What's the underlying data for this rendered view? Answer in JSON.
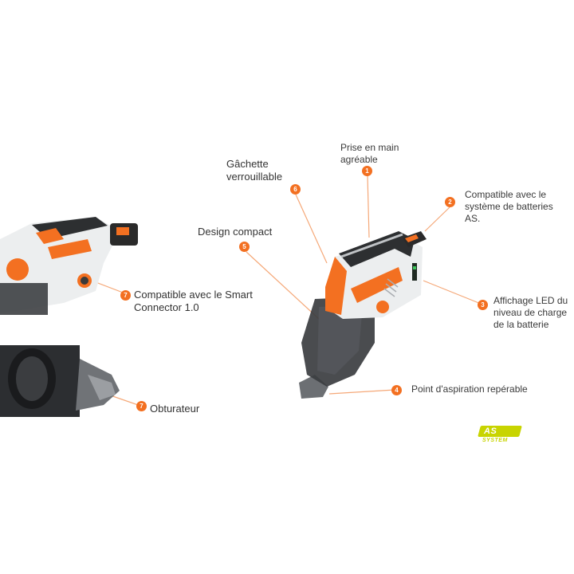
{
  "callouts": [
    {
      "number": "1",
      "text_lines": [
        "Prise en main",
        "agréable"
      ]
    },
    {
      "number": "2",
      "text_lines": [
        "Compatible avec le",
        "système de batteries",
        "AS."
      ]
    },
    {
      "number": "3",
      "text_lines": [
        "Affichage LED du",
        "niveau de charge",
        "de la batterie"
      ]
    },
    {
      "number": "4",
      "text_lines": [
        "Point d'aspiration repérable"
      ]
    },
    {
      "number": "5",
      "text_lines": [
        "Design compact"
      ]
    },
    {
      "number": "6",
      "text_lines": [
        "Gâchette",
        "verrouillable"
      ]
    },
    {
      "number": "7",
      "text_lines": [
        "Compatible avec le Smart",
        "Connector 1.0"
      ]
    },
    {
      "number": "7",
      "text_lines": [
        "Obturateur"
      ]
    }
  ],
  "logo": {
    "main": "AS",
    "sub": "SYSTEM"
  },
  "colors": {
    "accent": "#f37021",
    "logo_green": "#c8d400",
    "text": "#333333",
    "line": "#f5a878"
  }
}
